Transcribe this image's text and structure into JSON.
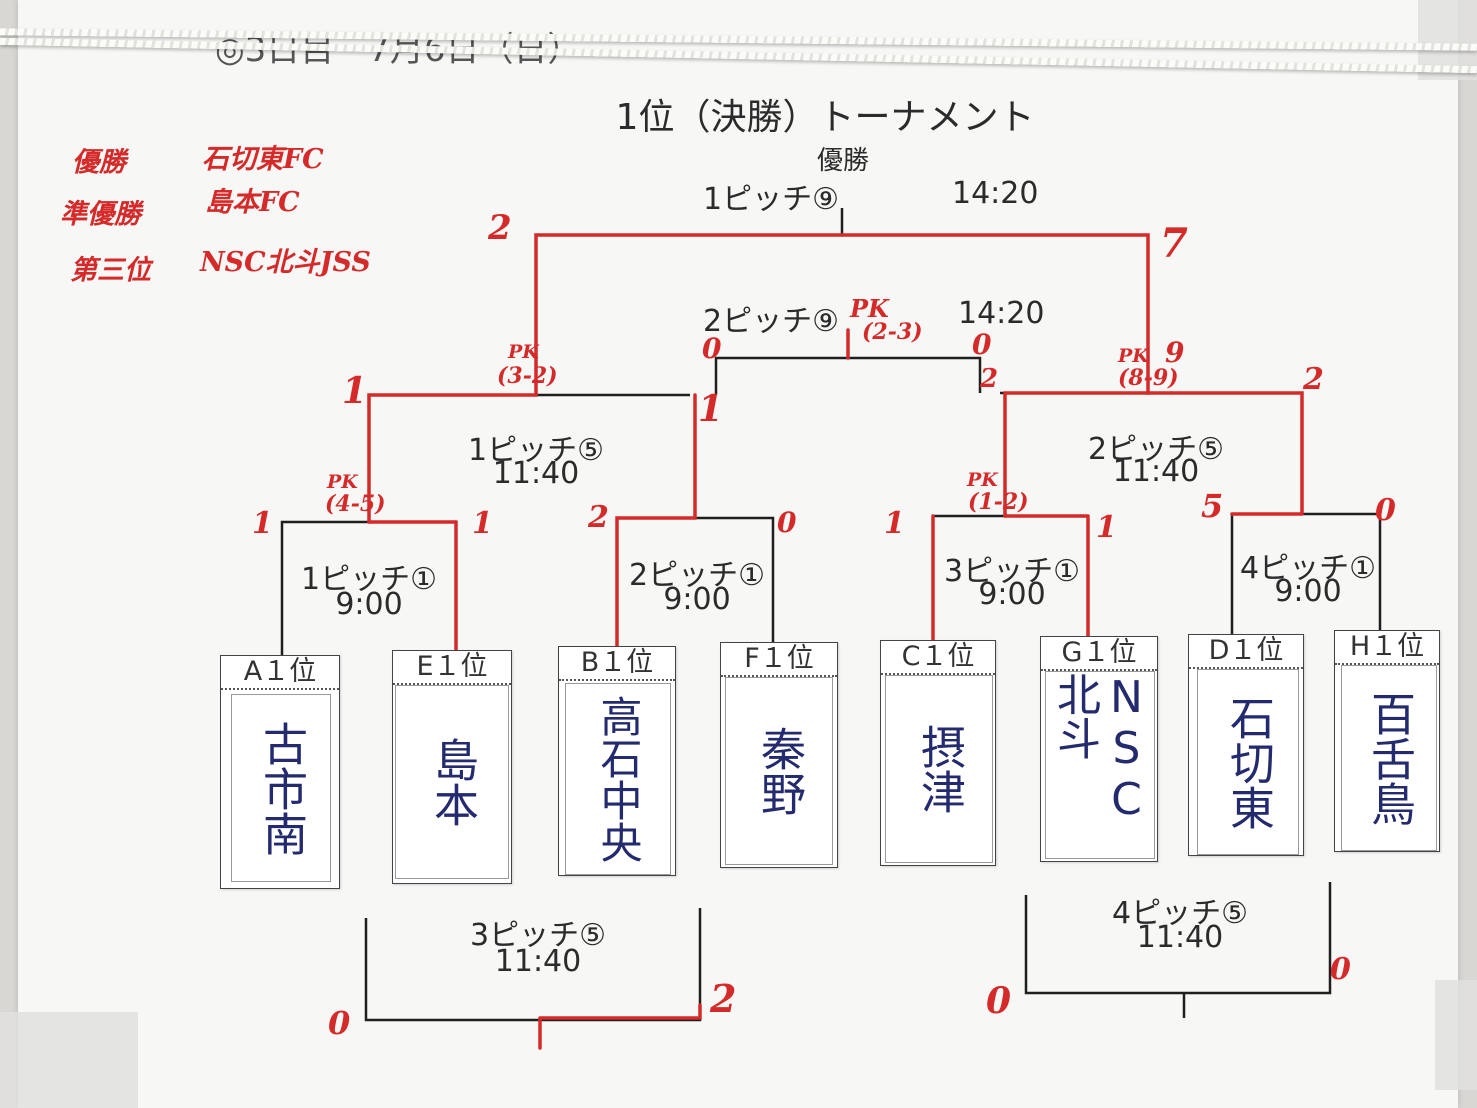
{
  "header_fragment": "◎3日目　7月6日（日）",
  "title": "1位（決勝）トーナメント",
  "results_note": [
    {
      "place": "優勝",
      "team": "石切東FC"
    },
    {
      "place": "準優勝",
      "team": "島本FC"
    },
    {
      "place": "第三位",
      "team": "NSC北斗JSS"
    }
  ],
  "matches": {
    "final": {
      "label": "優勝",
      "pitch": "1ピッチ⑨",
      "time": "14:20",
      "score_left": "2",
      "score_right": "7"
    },
    "third_place": {
      "pitch": "2ピッチ⑨",
      "time": "14:20",
      "pk_label": "PK",
      "pk": "(2-3)",
      "score_left": "0",
      "score_right": "0"
    },
    "semi_left": {
      "pitch": "1ピッチ⑤",
      "time": "11:40",
      "pk_label": "PK",
      "pk": "(3-2)",
      "score_left": "1",
      "score_right": "1"
    },
    "semi_right": {
      "pitch": "2ピッチ⑤",
      "time": "11:40",
      "pk_label": "PK",
      "pk": "(8-9)",
      "score_left": "9",
      "score_right": "2",
      "score_mid": "2"
    },
    "qf1": {
      "pitch": "1ピッチ①",
      "time": "9:00",
      "pk_label": "PK",
      "pk": "(4-5)",
      "score_left": "1",
      "score_right": "1"
    },
    "qf2": {
      "pitch": "2ピッチ①",
      "time": "9:00",
      "score_left": "2",
      "score_right": "0"
    },
    "qf3": {
      "pitch": "3ピッチ①",
      "time": "9:00",
      "pk_label": "PK",
      "pk": "(1-2)",
      "score_left": "1",
      "score_right": "1"
    },
    "qf4": {
      "pitch": "4ピッチ①",
      "time": "9:00",
      "score_left": "5",
      "score_right": "0"
    },
    "consolation_left": {
      "pitch": "3ピッチ⑤",
      "time": "11:40",
      "score_left": "0",
      "score_right": "2"
    },
    "consolation_right": {
      "pitch": "4ピッチ⑤",
      "time": "11:40",
      "score_left": "0",
      "score_right": "0"
    }
  },
  "teams": [
    {
      "seed": "A１位",
      "name": "古市南"
    },
    {
      "seed": "E１位",
      "name": "島本"
    },
    {
      "seed": "B１位",
      "name": "高石中央"
    },
    {
      "seed": "F１位",
      "name": "秦野"
    },
    {
      "seed": "C１位",
      "name": "摂津"
    },
    {
      "seed": "G１位",
      "name": "NSC北斗"
    },
    {
      "seed": "D１位",
      "name": "石切東"
    },
    {
      "seed": "H１位",
      "name": "百舌鳥"
    }
  ],
  "colors": {
    "ink": "#2b2b2b",
    "marker": "#d42a2a",
    "team_text": "#232a6e",
    "paper": "#f7f7f5"
  }
}
